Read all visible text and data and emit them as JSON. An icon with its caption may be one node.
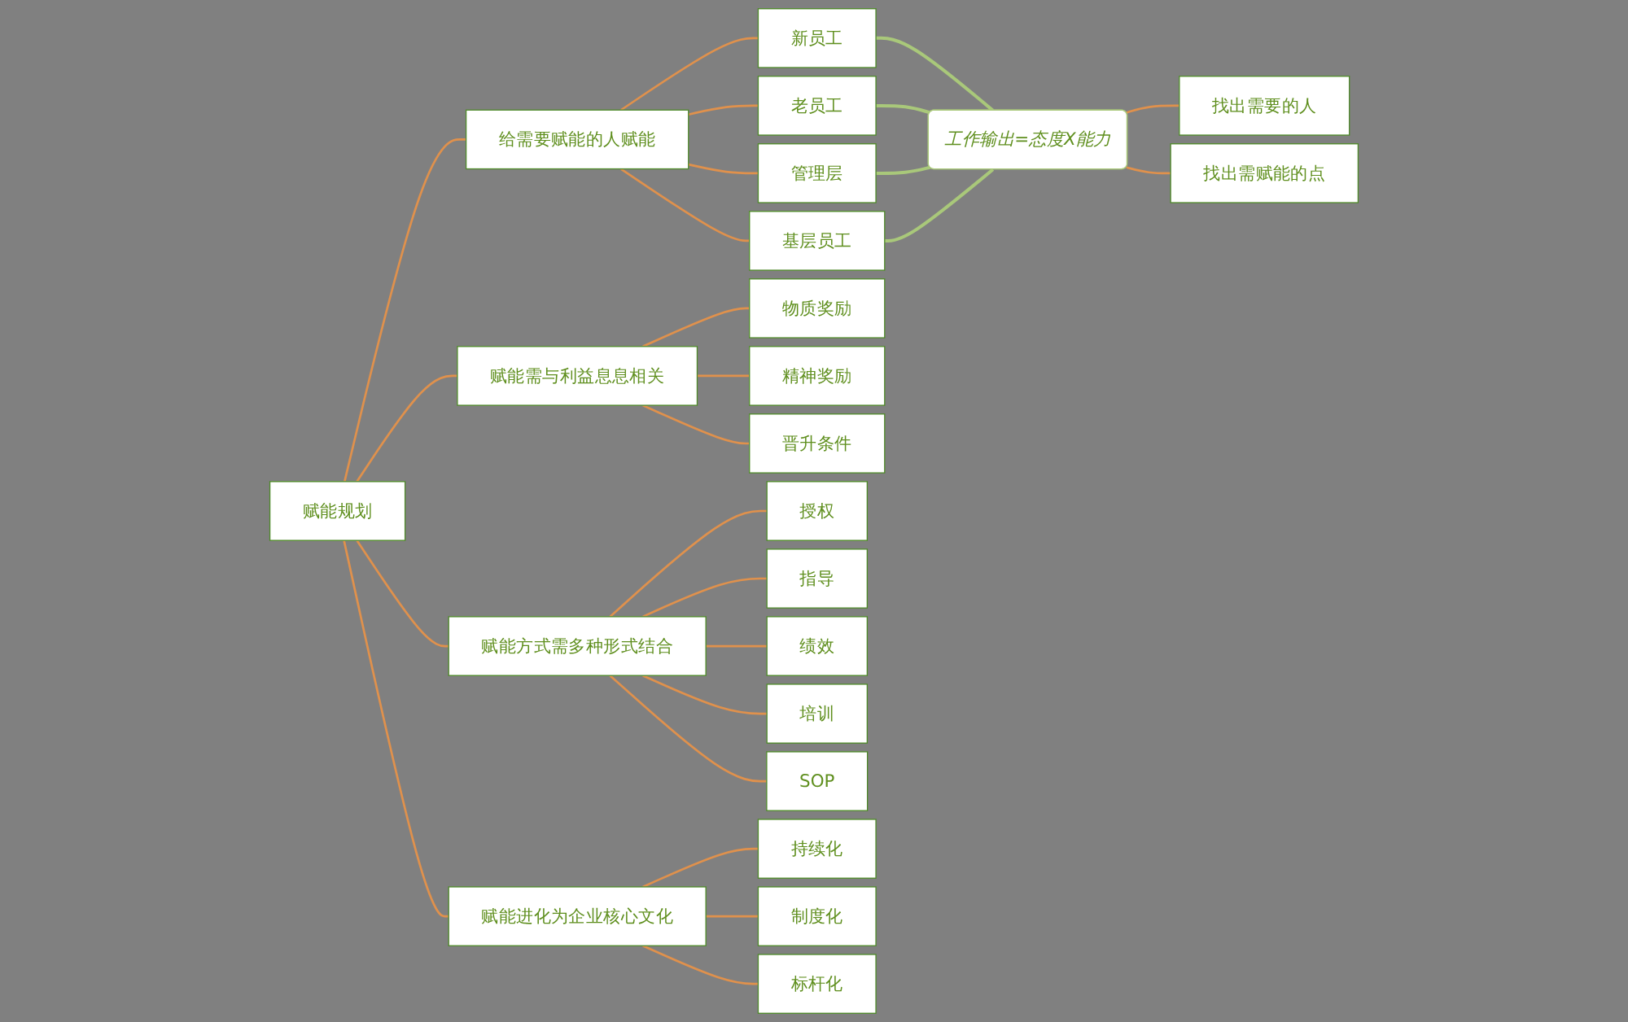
{
  "diagram": {
    "nodes": [
      {
        "text": [
          "赋能规划"
        ]
      },
      {
        "text": [
          "给需要赋能的人赋能"
        ]
      },
      {
        "text": [
          "新员工"
        ]
      },
      {
        "text": [
          "老员工"
        ]
      },
      {
        "text": [
          "管理层"
        ]
      },
      {
        "text": [
          "基层员工"
        ]
      },
      {
        "text": [
          "工作输出=态度X能力"
        ]
      },
      {
        "text": [
          "找出需要的人"
        ]
      },
      {
        "text": [
          "找出需赋能的点"
        ]
      },
      {
        "text": [
          "赋能需与利益息息相关"
        ]
      },
      {
        "text": [
          "物质奖励"
        ]
      },
      {
        "text": [
          "精神奖励"
        ]
      },
      {
        "text": [
          "晋升条件"
        ]
      },
      {
        "text": [
          "赋能方式需多种形式结合"
        ]
      },
      {
        "text": [
          "授权"
        ]
      },
      {
        "text": [
          "指导"
        ]
      },
      {
        "text": [
          "绩效"
        ]
      },
      {
        "text": [
          "培训"
        ]
      },
      {
        "text": [
          "SOP"
        ]
      },
      {
        "text": [
          "赋能进化为企业核心文化"
        ]
      },
      {
        "text": [
          "持续化"
        ]
      },
      {
        "text": [
          "制度化"
        ]
      },
      {
        "text": [
          "标杆化"
        ]
      }
    ],
    "edges": [
      {
        "from": 0,
        "to": 1,
        "arrow": "none"
      },
      {
        "from": 1,
        "to": 2,
        "arrow": "none"
      },
      {
        "from": 1,
        "to": 3,
        "arrow": "none"
      },
      {
        "from": 1,
        "to": 4,
        "arrow": "none"
      },
      {
        "from": 1,
        "to": 5,
        "arrow": "none"
      },
      {
        "from": 2,
        "to": 6,
        "arrow": "none",
        "color": "#a9c87a"
      },
      {
        "from": 3,
        "to": 6,
        "arrow": "none",
        "color": "#a9c87a"
      },
      {
        "from": 4,
        "to": 6,
        "arrow": "none",
        "color": "#a9c87a"
      },
      {
        "from": 5,
        "to": 6,
        "arrow": "none",
        "color": "#a9c87a"
      },
      {
        "from": 6,
        "to": 7,
        "arrow": "none"
      },
      {
        "from": 6,
        "to": 8,
        "arrow": "none"
      },
      {
        "from": 0,
        "to": 9,
        "arrow": "none"
      },
      {
        "from": 9,
        "to": 10,
        "arrow": "none"
      },
      {
        "from": 9,
        "to": 11,
        "arrow": "none"
      },
      {
        "from": 9,
        "to": 12,
        "arrow": "none"
      },
      {
        "from": 0,
        "to": 13,
        "arrow": "none"
      },
      {
        "from": 13,
        "to": 14,
        "arrow": "none"
      },
      {
        "from": 13,
        "to": 15,
        "arrow": "none"
      },
      {
        "from": 13,
        "to": 16,
        "arrow": "none"
      },
      {
        "from": 13,
        "to": 17,
        "arrow": "none"
      },
      {
        "from": 13,
        "to": 18,
        "arrow": "none"
      },
      {
        "from": 0,
        "to": 19,
        "arrow": "none"
      },
      {
        "from": 19,
        "to": 20,
        "arrow": "none"
      },
      {
        "from": 19,
        "to": 21,
        "arrow": "none"
      },
      {
        "from": 19,
        "to": 22,
        "arrow": "none"
      }
    ]
  }
}
